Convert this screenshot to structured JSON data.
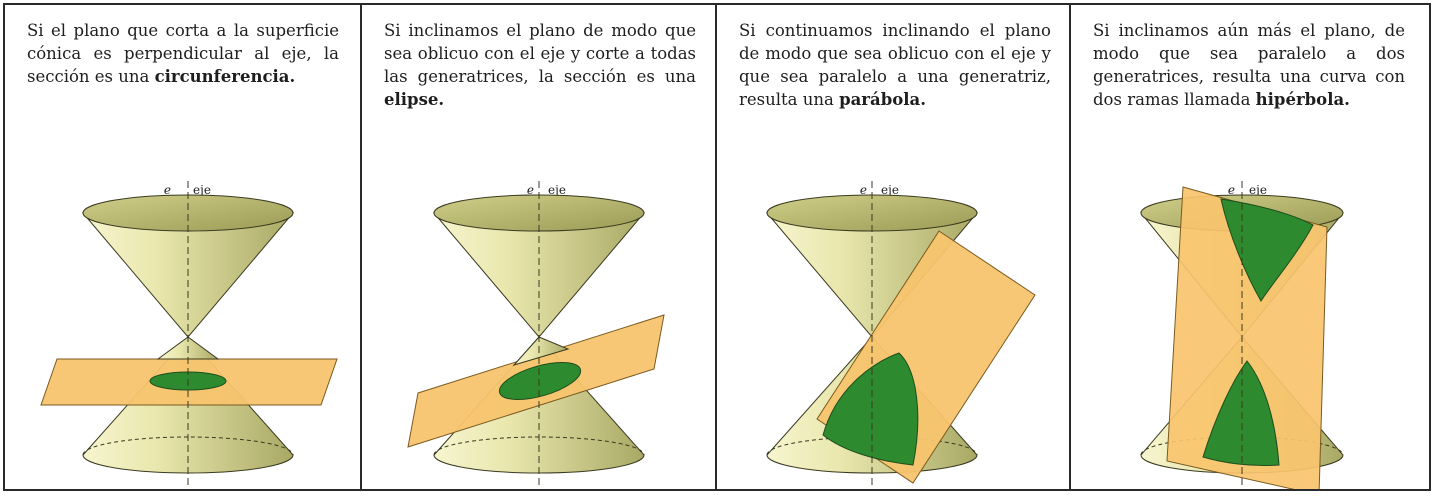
{
  "panels": [
    {
      "text": "Si el plano que corta a la superficie cónica es perpendicular al eje, la sección es una ",
      "bold": "circunferencia.",
      "axis_e": "e",
      "axis_label": "eje"
    },
    {
      "text": "Si inclinamos el plano de modo que sea oblicuo con el eje y corte a todas las generatrices, la sección es una ",
      "bold": "elipse.",
      "axis_e": "e",
      "axis_label": "eje"
    },
    {
      "text": "Si continuamos inclinando el plano de modo que sea oblicuo con el eje y que sea paralelo a una generatriz, resulta una ",
      "bold": "parábola.",
      "axis_e": "e",
      "axis_label": "eje"
    },
    {
      "text": "Si inclinamos aún más el plano, de modo que sea paralelo a dos generatrices, resulta una curva con dos ramas llamada ",
      "bold": "hipérbola.",
      "axis_e": "e",
      "axis_label": "eje"
    }
  ],
  "colors": {
    "cone_light": "#f4f1c2",
    "cone_dark": "#b9b774",
    "plane": "#f8c46e",
    "section": "#2e8a2e",
    "outline": "#3a3a20"
  }
}
